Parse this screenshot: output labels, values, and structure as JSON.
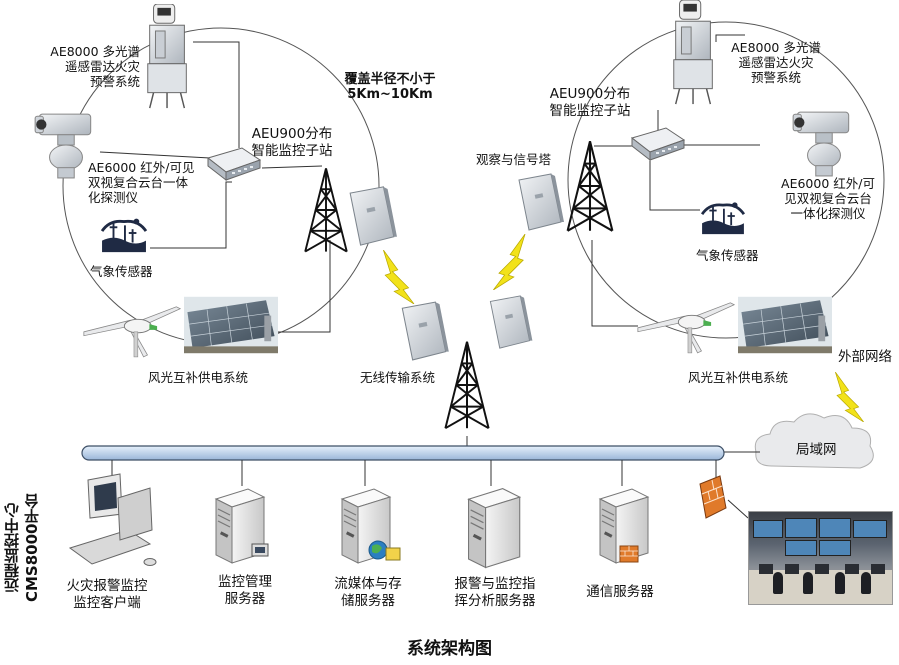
{
  "title": "系统架构图",
  "platform_vertical": "远程监控中心CMS8000平台",
  "coverage": {
    "line1": "覆盖半径不小于",
    "line2": "5Km~10Km"
  },
  "left_site": {
    "ae8000": {
      "line1": "AE8000 多光谱",
      "line2": "遥感雷达火灾",
      "line3": "预警系统"
    },
    "aeu900": {
      "line1": "AEU900分布",
      "line2": "智能监控子站"
    },
    "ae6000": {
      "line1": "AE6000 红外/可见",
      "line2": "双视复合云台一体",
      "line3": "化探测仪"
    },
    "weather": "气象传感器",
    "power": "风光互补供电系统"
  },
  "right_site": {
    "ae8000": {
      "line1": "AE8000 多光谱",
      "line2": "遥感雷达火灾",
      "line3": "预警系统"
    },
    "aeu900": {
      "line1": "AEU900分布",
      "line2": "智能监控子站"
    },
    "ae6000": {
      "line1": "AE6000 红外/可",
      "line2": "见双视复合云台",
      "line3": "一体化探测仪"
    },
    "weather": "气象传感器",
    "power": "风光互补供电系统",
    "tower": "观察与信号塔"
  },
  "wireless": "无线传输系统",
  "external_network": "外部网络",
  "lan": "局域网",
  "servers": [
    {
      "line1": "火灾报警监控",
      "line2": "监控客户端"
    },
    {
      "line1": "监控管理",
      "line2": "服务器"
    },
    {
      "line1": "流媒体与存",
      "line2": "储服务器"
    },
    {
      "line1": "报警与监控指",
      "line2": "挥分析服务器"
    },
    {
      "line1": "通信服务器",
      "line2": ""
    }
  ],
  "colors": {
    "bus": "#b9cfe8",
    "bus_border": "#3d4f66",
    "firewall": "#e07a2a",
    "lightning": "#f2e21a",
    "device": "#d9dde2"
  }
}
